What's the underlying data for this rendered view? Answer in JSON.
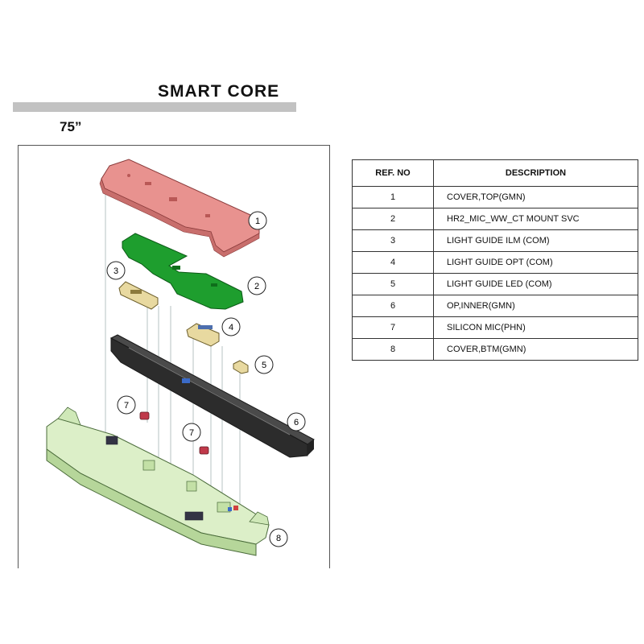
{
  "header": {
    "title": "SMART CORE",
    "size_label": "75”"
  },
  "diagram": {
    "callouts": [
      "1",
      "2",
      "3",
      "4",
      "5",
      "6",
      "7",
      "7",
      "8"
    ],
    "colors": {
      "cover_top": "#e8928f",
      "mount_board": "#1e9e2e",
      "inner": "#3a3a3a",
      "cover_btm": "#cfe8b8",
      "light_guide": "#e8d9a0",
      "mic": "#c0394a"
    }
  },
  "parts_table": {
    "headers": {
      "ref": "REF. NO",
      "description": "DESCRIPTION"
    },
    "rows": [
      {
        "ref": "1",
        "description": "COVER,TOP(GMN)"
      },
      {
        "ref": "2",
        "description": "HR2_MIC_WW_CT MOUNT SVC"
      },
      {
        "ref": "3",
        "description": "LIGHT GUIDE ILM (COM)"
      },
      {
        "ref": "4",
        "description": "LIGHT GUIDE OPT (COM)"
      },
      {
        "ref": "5",
        "description": "LIGHT GUIDE LED (COM)"
      },
      {
        "ref": "6",
        "description": "OP,INNER(GMN)"
      },
      {
        "ref": "7",
        "description": "SILICON MIC(PHN)"
      },
      {
        "ref": "8",
        "description": "COVER,BTM(GMN)"
      }
    ]
  }
}
